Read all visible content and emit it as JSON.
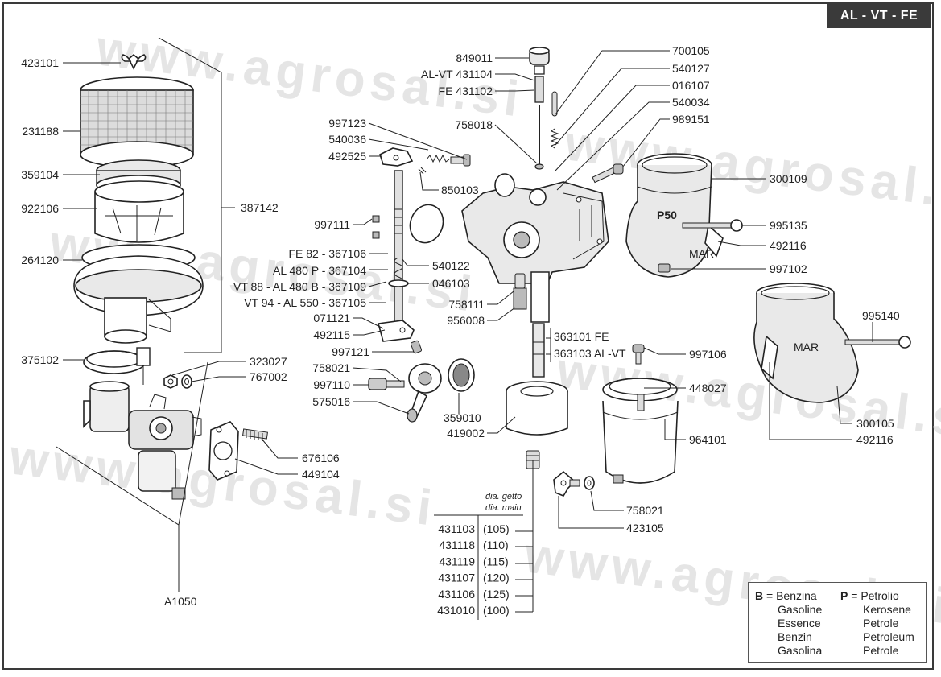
{
  "page_tag": "AL - VT - FE",
  "watermark": "www.agrosal.si",
  "colors": {
    "frame": "#3a3a3a",
    "watermark": "#cfcfcf",
    "line": "#222222"
  },
  "labels": {
    "p423101": "423101",
    "p231188": "231188",
    "p359104": "359104",
    "p922106": "922106",
    "p264120": "264120",
    "p387142": "387142",
    "p375102": "375102",
    "p323027": "323027",
    "p767002": "767002",
    "p676106": "676106",
    "p449104": "449104",
    "pA1050": "A1050",
    "p849011": "849011",
    "p431104": "AL-VT 431104",
    "p431102": "FE 431102",
    "p758018": "758018",
    "p997123": "997123",
    "p540036": "540036",
    "p492525": "492525",
    "p850103": "850103",
    "p997111": "997111",
    "p367106": "FE 82 - 367106",
    "p367104": "AL 480 P - 367104",
    "p367109": "VT 88 - AL 480 B - 367109",
    "p367105": "VT 94 - AL 550 - 367105",
    "p071121": "071121",
    "p492115": "492115",
    "p997121": "997121",
    "p758021a": "758021",
    "p997110": "997110",
    "p575016": "575016",
    "p540122": "540122",
    "p046103": "046103",
    "p758111": "758111",
    "p956008": "956008",
    "p363101": "363101 FE",
    "p363103": "363103 AL-VT",
    "p359010": "359010",
    "p419002": "419002",
    "p700105": "700105",
    "p540127": "540127",
    "p016107": "016107",
    "p540034": "540034",
    "p989151": "989151",
    "p300109": "300109",
    "p995135": "995135",
    "p492116a": "492116",
    "p997102": "997102",
    "p995140": "995140",
    "p300105": "300105",
    "p492116b": "492116",
    "p997106": "997106",
    "p448027": "448027",
    "p964101": "964101",
    "p758021b": "758021",
    "p423105": "423105",
    "p50_mark": "P50",
    "mar_mark": "MAR",
    "mar_mark2": "MAR"
  },
  "jet_table": {
    "header_it": "dia. getto",
    "header_en": "dia. main",
    "rows": [
      {
        "part": "431103",
        "dia": "(105)"
      },
      {
        "part": "431118",
        "dia": "(110)"
      },
      {
        "part": "431119",
        "dia": "(115)"
      },
      {
        "part": "431107",
        "dia": "(120)"
      },
      {
        "part": "431106",
        "dia": "(125)"
      },
      {
        "part": "431010",
        "dia": "(100)"
      }
    ]
  },
  "legend": {
    "b_key": "B",
    "p_key": "P",
    "eq": "=",
    "b_terms": [
      "Benzina",
      "Gasoline",
      "Essence",
      "Benzin",
      "Gasolina"
    ],
    "p_terms": [
      "Petrolio",
      "Kerosene",
      "Petrole",
      "Petroleum",
      "Petrole"
    ]
  }
}
